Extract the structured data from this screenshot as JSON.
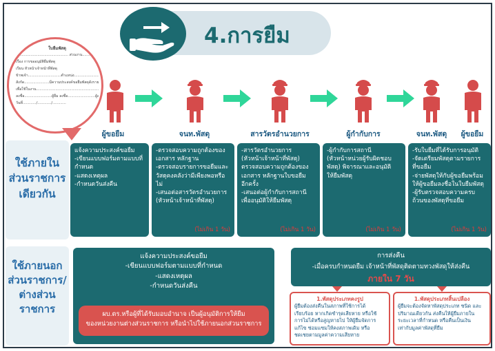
{
  "title": "4.การยืม",
  "doc": {
    "heading": "ใบยืมพัสดุ",
    "line1": "ที่............................................ ส่วนงาน........................................",
    "line2": "เรื่อง การขออนุมัติยืมพัสดุ",
    "line3": "เรียน หัวหน้าเจ้าหน้าที่พัสดุ",
    "line4": "ข้าพเจ้า.............................ตำแหน่ง.............................",
    "line5": "สังกัด......................มีความประสงค์ขอยืมพัสดุดังรายการ",
    "line6": "เพื่อใช้ในงาน............................................................",
    "line7": "ลงชื่อ........................ผู้ยืม  ลงชื่อ........................ผู้อนุมัติ",
    "line8": "วันที่............/............/............"
  },
  "roles": [
    "ผู้ขอยืม",
    "จนท.พัสดุ",
    "สารวัตรอำนวยการ",
    "ผู้กำกับการ",
    "จนท.พัสดุ",
    "ผู้ขอยืม"
  ],
  "section1": {
    "label": "ใช้ภายในส่วนราชการเดียวกัน",
    "label_line1": "ใช้ภายใน",
    "label_line2": "ส่วนราชการ",
    "label_line3": "เดียวกัน",
    "col1": [
      "แจ้งความประสงค์ขอยืม",
      "-เขียนแบบฟอร์มตามแบบที่",
      "  กำหนด",
      "-แสดงเหตุผล",
      "-กำหนดวันส่งคืน"
    ],
    "col2": [
      "-ตรวจสอบความถูกต้องของ",
      "เอกสาร หลักฐาน",
      "-ตรวจสอบรายการขอยืมและ",
      "วัสดุคงคลังว่ามีเพียงพอหรือ",
      "ไม่",
      "-เสนอต่อสารวัตรอำนวยการ",
      "(หัวหน้าเจ้าหน้าที่พัสดุ)"
    ],
    "col2_note": "(ไม่เกิน 1 วัน)",
    "col3": [
      "-สารวัตรอำนวยการ",
      "(หัวหน้าเจ้าหน้าที่พัสดุ)",
      "ตรวจสอบความถูกต้องของ",
      "เอกสาร หลักฐานใบขอยืม",
      "อีกครั้ง",
      "-เสนอต่อผู้กำกับการสถานี",
      "เพื่ออนุมัติให้ยืมพัสดุ"
    ],
    "col3_note": "(ไม่เกิน 1 วัน)",
    "col4": [
      "-ผู้กำกับการสถานี",
      "(หัวหน้าหน่วยผู้รับผิดชอบ",
      "พัสดุ) พิจารณาและอนุมัติ",
      "ให้ยืมพัสดุ"
    ],
    "col4_note": "(ไม่เกิน 1 วัน)",
    "col5": [
      "-รับใบยืมที่ได้รับการอนุมัติ",
      "-จัดเตรียมพัสดุตามรายการ",
      "ที่ขอยืม",
      "-จ่ายพัสดุให้กับผู้ขอยืมพร้อม",
      "ให้ผู้ขอยืมลงชื่อในใบยืมพัสดุ",
      "-ผู้รับตรวจสอบความครบ",
      "ถ้วนของพัสดุที่ขอยืม"
    ],
    "col5_note": "(ไม่เกิน 1 วัน)"
  },
  "section2": {
    "label": "ใช้ภายนอกส่วนราชการ/ต่างส่วนราชการ",
    "label_line1": "ใช้ภายนอก",
    "label_line2": "ส่วนราชการ/",
    "label_line3": "ต่างส่วน",
    "label_line4": "ราชการ",
    "left_lines": [
      "แจ้งความประสงค์ขอยืม",
      "-เขียนแบบฟอร์มตามแบบที่กำหนด",
      "-แสดงเหตุผล",
      "-กำหนดวันส่งคืน"
    ],
    "left_red_lines": [
      "ผบ.ตร.หรือผู้ที่ได้รับมอบอำนาจ  เป็นผู้อนุมัติการให้ยืม",
      "ของหน่วยงานต่างส่วนราชการ หรือนำไปใช้ภายนอกส่วนราชการ"
    ],
    "return_title": "การส่งคืน",
    "return_line": "-เมื่อครบกำหนดยืม  เจ้าหน้าที่พัสดุติดตามทวงพัสดุให้ส่งคืน",
    "return_days": "ภายใน 7 วัน",
    "box1_title": "1.พัสดุประเภทคงรูป",
    "box1_lines": [
      "ผู้ยืมต้องส่งคืนในสภาพที่ใช้การได้",
      "เรียบร้อย หากเกิดชำรุดเสียหาย หรือใช้",
      "การไม่ได้หรือสูญหายไป ให้ผู้ยืมจัดการ",
      "แก้ไข ซ่อมแซมให้คงสภาพเดิม  หรือ",
      "ชดเชยตามมูลค่าความเสียหาย"
    ],
    "box2_title": "1.พัสดุประเภทสิ้นเปลือง",
    "box2_lines": [
      "ผู้ยืมจะต้องจัดหาพัสดุประเภท ชนิด และ",
      "ปริมาณเดียวกัน ส่งคืนให้ผู้ยืมภายใน",
      "ระยะเวลาที่กำหนด หรือคืนเป็นเงิน",
      "เท่ากับมูลค่าพัสดุที่ยืม"
    ]
  },
  "colors": {
    "teal": "#1c6a70",
    "green_arrow": "#2fd699",
    "figure": "#d54b4b",
    "red_box": "#d9534f"
  },
  "icons": [
    "hand-giving-icon",
    "person-icon",
    "police-officer-icon",
    "arrow-right-icon"
  ]
}
